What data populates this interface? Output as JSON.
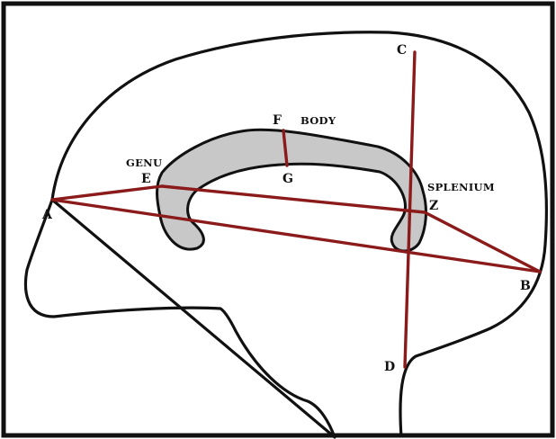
{
  "colors": {
    "background": "#ffffff",
    "frame": "#111111",
    "outline": "#111111",
    "corpus_fill": "#c8c8c8",
    "measure_line": "#8b1a1a"
  },
  "points": {
    "A": "A",
    "B": "B",
    "C": "C",
    "D": "D",
    "E": "E",
    "F": "F",
    "G": "G",
    "Z": "Z"
  },
  "regions": {
    "genu": "GENU",
    "body": "BODY",
    "splenium": "SPLENIUM"
  }
}
